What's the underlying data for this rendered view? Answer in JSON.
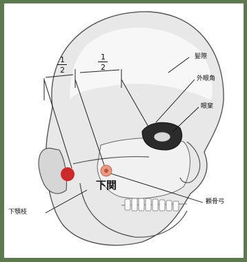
{
  "labels": {
    "fajie": "髮際",
    "waiyanjiao": "外眼角",
    "yanqiu": "眼窠",
    "xiaguan": "下関",
    "xiahezhi": "下顎枝",
    "quangonggong": "顴骨弓",
    "half_left_num": "1",
    "half_left_den": "2",
    "half_right_num": "1",
    "half_right_den": "2"
  },
  "colors": {
    "frame": "#5d7a4e",
    "point_red": "#cc2a2a",
    "point_pink": "#e89a86",
    "skin": "#e3e3e3",
    "skull": "#f2f2f2",
    "ink": "#111111"
  }
}
